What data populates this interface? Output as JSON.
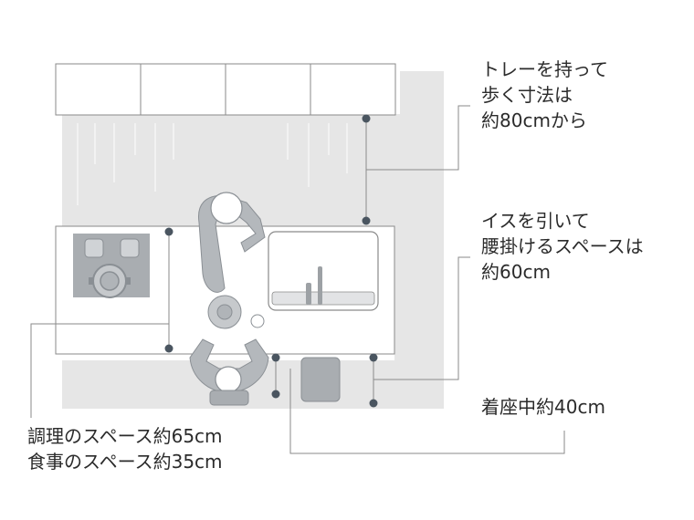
{
  "annotations": {
    "tray": {
      "lines": [
        "トレーを持って",
        "歩く寸法は",
        "約80cmから"
      ]
    },
    "chair": {
      "lines": [
        "イスを引いて",
        "腰掛けるスペースは",
        "約60cm"
      ]
    },
    "seat": {
      "lines": [
        "着座中約40cm"
      ]
    },
    "space": {
      "lines": [
        "調理のスペース約65cm",
        "食事のスペース約35cm"
      ]
    }
  },
  "colors": {
    "floor": "#e6e6e6",
    "line": "#8a8a8a",
    "dot": "#4a5560",
    "fixture": "#a9adb1",
    "figure": "#b4b8bc"
  }
}
